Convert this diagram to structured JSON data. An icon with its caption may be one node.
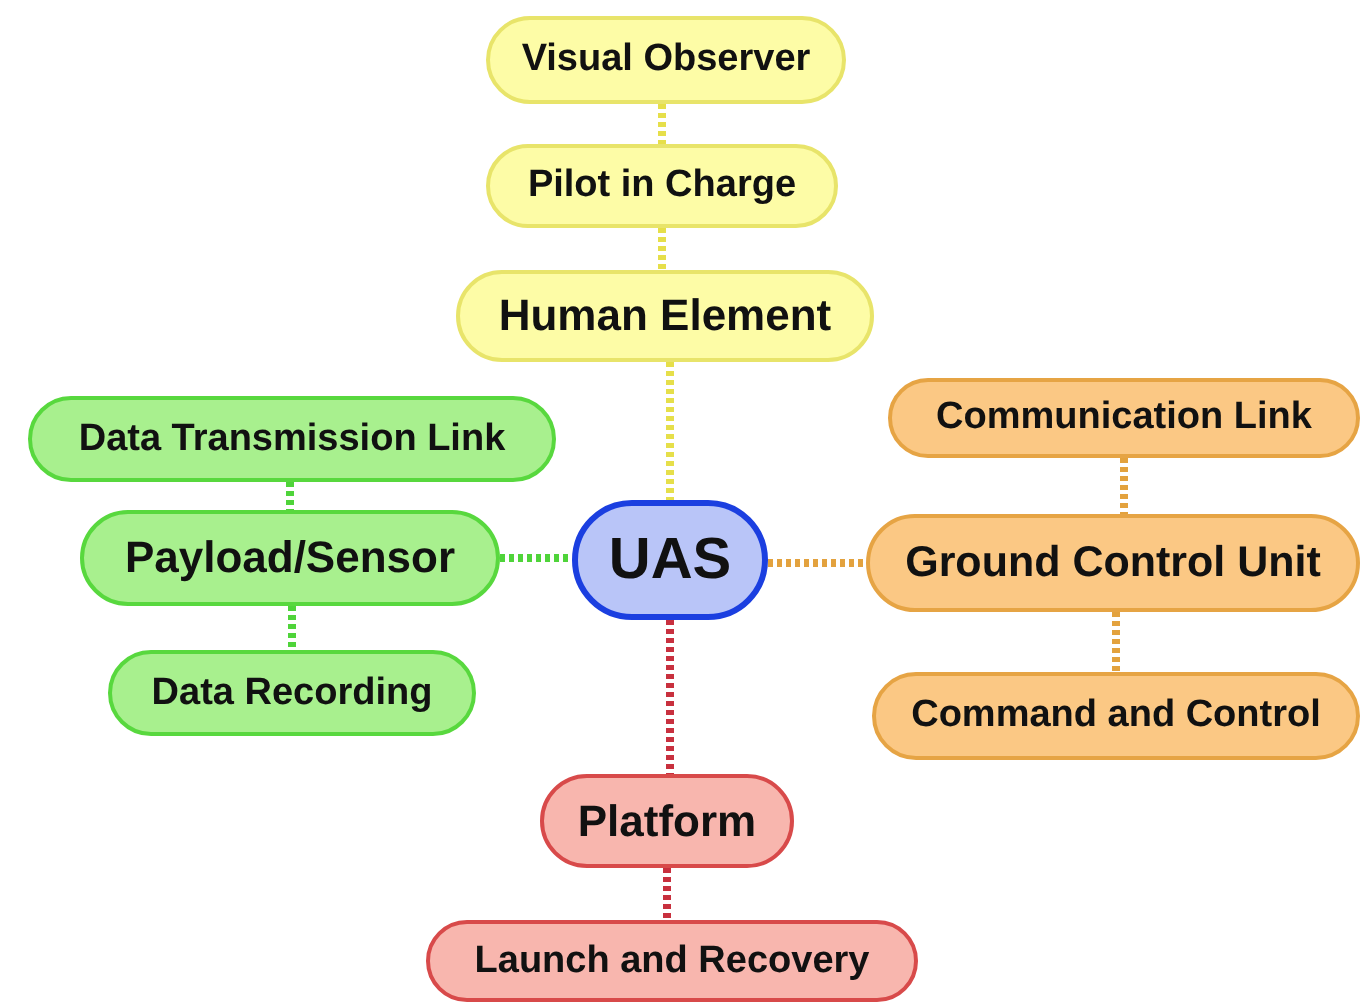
{
  "diagram": {
    "nodes": [
      {
        "text": [
          "Visual Observer"
        ]
      },
      {
        "text": [
          "Pilot in Charge"
        ]
      },
      {
        "text": [
          "Human Element"
        ]
      },
      {
        "text": [
          "Data Transmission Link"
        ]
      },
      {
        "text": [
          "Communication Link"
        ]
      },
      {
        "text": [
          "Payload/Sensor"
        ]
      },
      {
        "text": [
          "UAS"
        ]
      },
      {
        "text": [
          "Ground Control Unit"
        ]
      },
      {
        "text": [
          "Data Recording"
        ]
      },
      {
        "text": [
          "Command and Control"
        ]
      },
      {
        "text": [
          "Platform"
        ]
      },
      {
        "text": [
          "Launch and Recovery"
        ]
      }
    ],
    "edges": [
      {
        "from": 0,
        "to": 1,
        "arrow": "none",
        "color": "#e6df4a"
      },
      {
        "from": 1,
        "to": 2,
        "arrow": "none",
        "color": "#e6df4a"
      },
      {
        "from": 2,
        "to": 6,
        "arrow": "none",
        "color": "#e6df4a"
      },
      {
        "from": 3,
        "to": 5,
        "arrow": "none",
        "color": "#4fd43a"
      },
      {
        "from": 4,
        "to": 7,
        "arrow": "none",
        "color": "#e3a23e"
      },
      {
        "from": 5,
        "to": 6,
        "arrow": "none",
        "color": "#4fd43a"
      },
      {
        "from": 6,
        "to": 7,
        "arrow": "none",
        "color": "#e3a23e"
      },
      {
        "from": 5,
        "to": 8,
        "arrow": "none",
        "color": "#4fd43a"
      },
      {
        "from": 7,
        "to": 9,
        "arrow": "none",
        "color": "#e3a23e"
      },
      {
        "from": 6,
        "to": 10,
        "arrow": "none",
        "color": "#c8303e"
      },
      {
        "from": 10,
        "to": 11,
        "arrow": "none",
        "color": "#c8303e"
      }
    ]
  }
}
